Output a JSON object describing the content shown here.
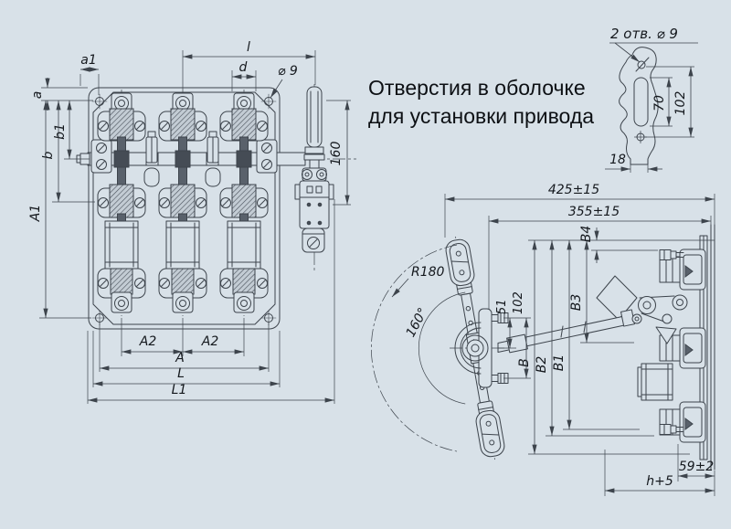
{
  "colors": {
    "background": "#d8e1e8",
    "line": "#3d444c",
    "text": "#14181d"
  },
  "note": {
    "line1": "Отверстия в оболочке",
    "line2": "для установки привода"
  },
  "front_view": {
    "dims": {
      "a1": "a1",
      "a": "a",
      "b1": "b1",
      "b": "b",
      "A1": "A1",
      "l": "l",
      "d": "d",
      "dia": "⌀ 9",
      "handle_height": "160",
      "A2": "A2",
      "A": "A",
      "L": "L",
      "L1": "L1"
    }
  },
  "detail_view": {
    "title": "2 отв. ⌀ 9",
    "dims": {
      "slot_length": "70",
      "hole_spacing": "102",
      "width": "18"
    }
  },
  "side_view": {
    "dims": {
      "overall_depth": "425±15",
      "drive_depth": "355±15",
      "B": "B",
      "B1": "B1",
      "B2": "B2",
      "B3": "B3",
      "B4": "B4",
      "bolt_offset": "51",
      "bolt_spacing": "102",
      "radius": "R180",
      "angle": "160°",
      "panel_depth": "59±2",
      "height": "h+5"
    }
  }
}
